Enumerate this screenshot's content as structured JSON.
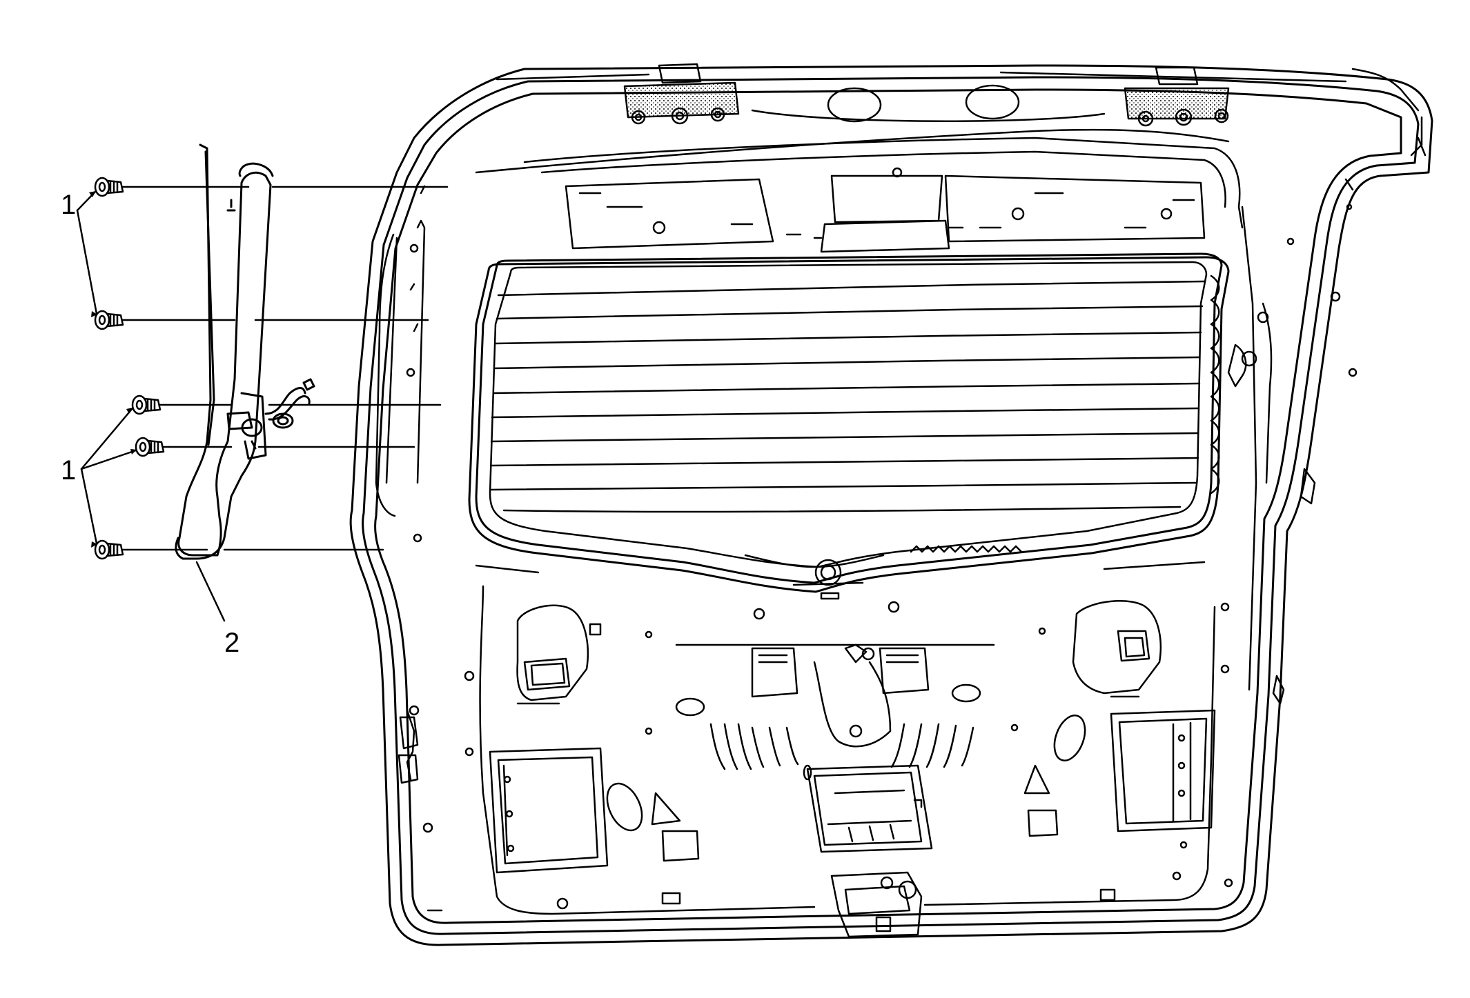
{
  "callouts": {
    "fastener_group_upper": "1",
    "fastener_group_lower": "1",
    "trim_panel": "2"
  },
  "colors": {
    "line": "#000000",
    "background": "#ffffff",
    "seal_texture": "#bdbdbd"
  }
}
